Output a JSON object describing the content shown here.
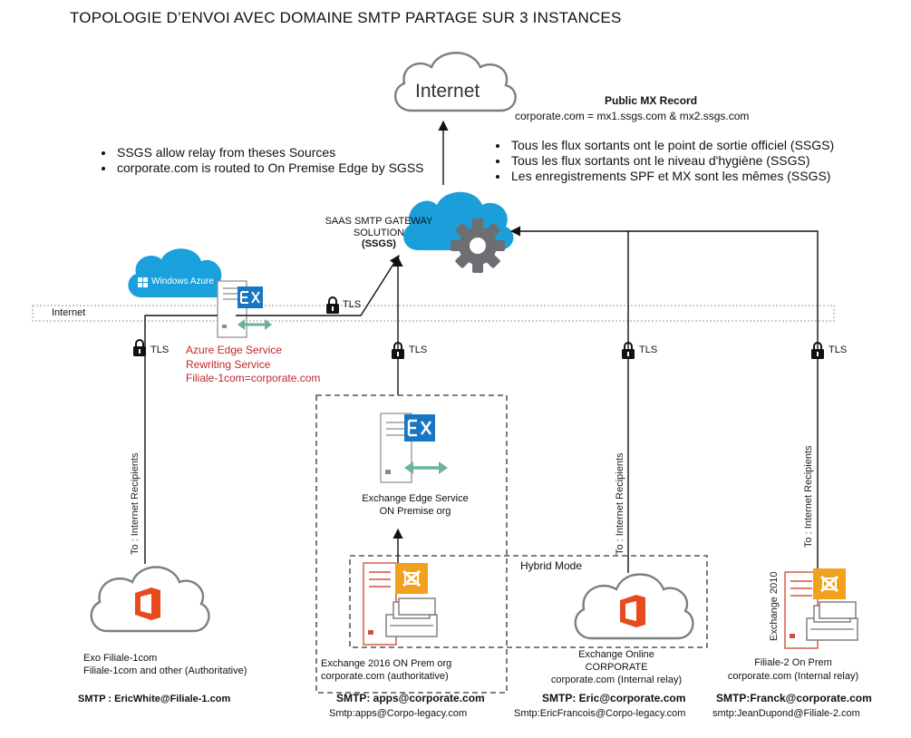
{
  "title": "TOPOLOGIE D’ENVOI AVEC DOMAINE SMTP PARTAGE SUR 3 INSTANCES",
  "internet_cloud_label": "Internet",
  "mx": {
    "heading": "Public MX Record",
    "value": "corporate.com = mx1.ssgs.com & mx2.ssgs.com"
  },
  "left_bullets": [
    "SSGS allow relay from theses Sources",
    "corporate.com is routed to On Premise  Edge by SGSS"
  ],
  "right_bullets": [
    "Tous les flux sortants ont le point de sortie officiel (SSGS)",
    "Tous les flux sortants ont le niveau d'hygiène (SSGS)",
    "Les enregistrements SPF et MX sont les mêmes (SSGS)"
  ],
  "gateway": {
    "line1": "SAAS SMTP GATEWAY",
    "line2": "SOLUTION",
    "line3": "(SSGS)"
  },
  "internet_band_label": "Internet",
  "windows_azure_label": "Windows Azure",
  "tls_label": "TLS",
  "azure_edge": {
    "line1": "Azure Edge Service",
    "line2": "Rewriting Service",
    "line3": "Filiale-1com=corporate.com"
  },
  "edge_onprem": {
    "line1": "Exchange Edge Service",
    "line2": "ON Premise  org"
  },
  "hybrid_label": "Hybrid Mode",
  "to_internet": "To : Internet Recipients",
  "exchange2010_label": "Exchange 2010",
  "sources": [
    {
      "name": "Exo Filiale-1com",
      "detail": "Filiale-1com and other (Authoritative)",
      "smtp": "SMTP : EricWhite@Filiale-1.com",
      "alias": ""
    },
    {
      "name": "Exchange 2016 ON Prem org",
      "detail": "corporate.com (authoritative)",
      "smtp": "SMTP: apps@corporate.com",
      "alias": "Smtp:apps@Corpo-legacy.com"
    },
    {
      "name": "Exchange Online",
      "name2": "CORPORATE",
      "detail": "corporate.com (Internal relay)",
      "smtp": "SMTP: Eric@corporate.com",
      "alias": "Smtp:EricFrancois@Corpo-legacy.com"
    },
    {
      "name": "Filiale-2 On Prem",
      "detail": "corporate.com (Internal relay)",
      "smtp": "SMTP:Franck@corporate.com",
      "alias": "smtp:JeanDupond@Filiale-2.com"
    }
  ],
  "colors": {
    "office_orange": "#e74a1d",
    "exchange_orange": "#f2a11f",
    "exchange_blue": "#1976c2",
    "azure_blue": "#1aa0dc",
    "cloud_stroke": "#7b7f84",
    "gear_gray": "#6d6e71",
    "edge_green": "#6ab39a",
    "server_red": "#d1503b",
    "text_red": "#c0282d"
  }
}
